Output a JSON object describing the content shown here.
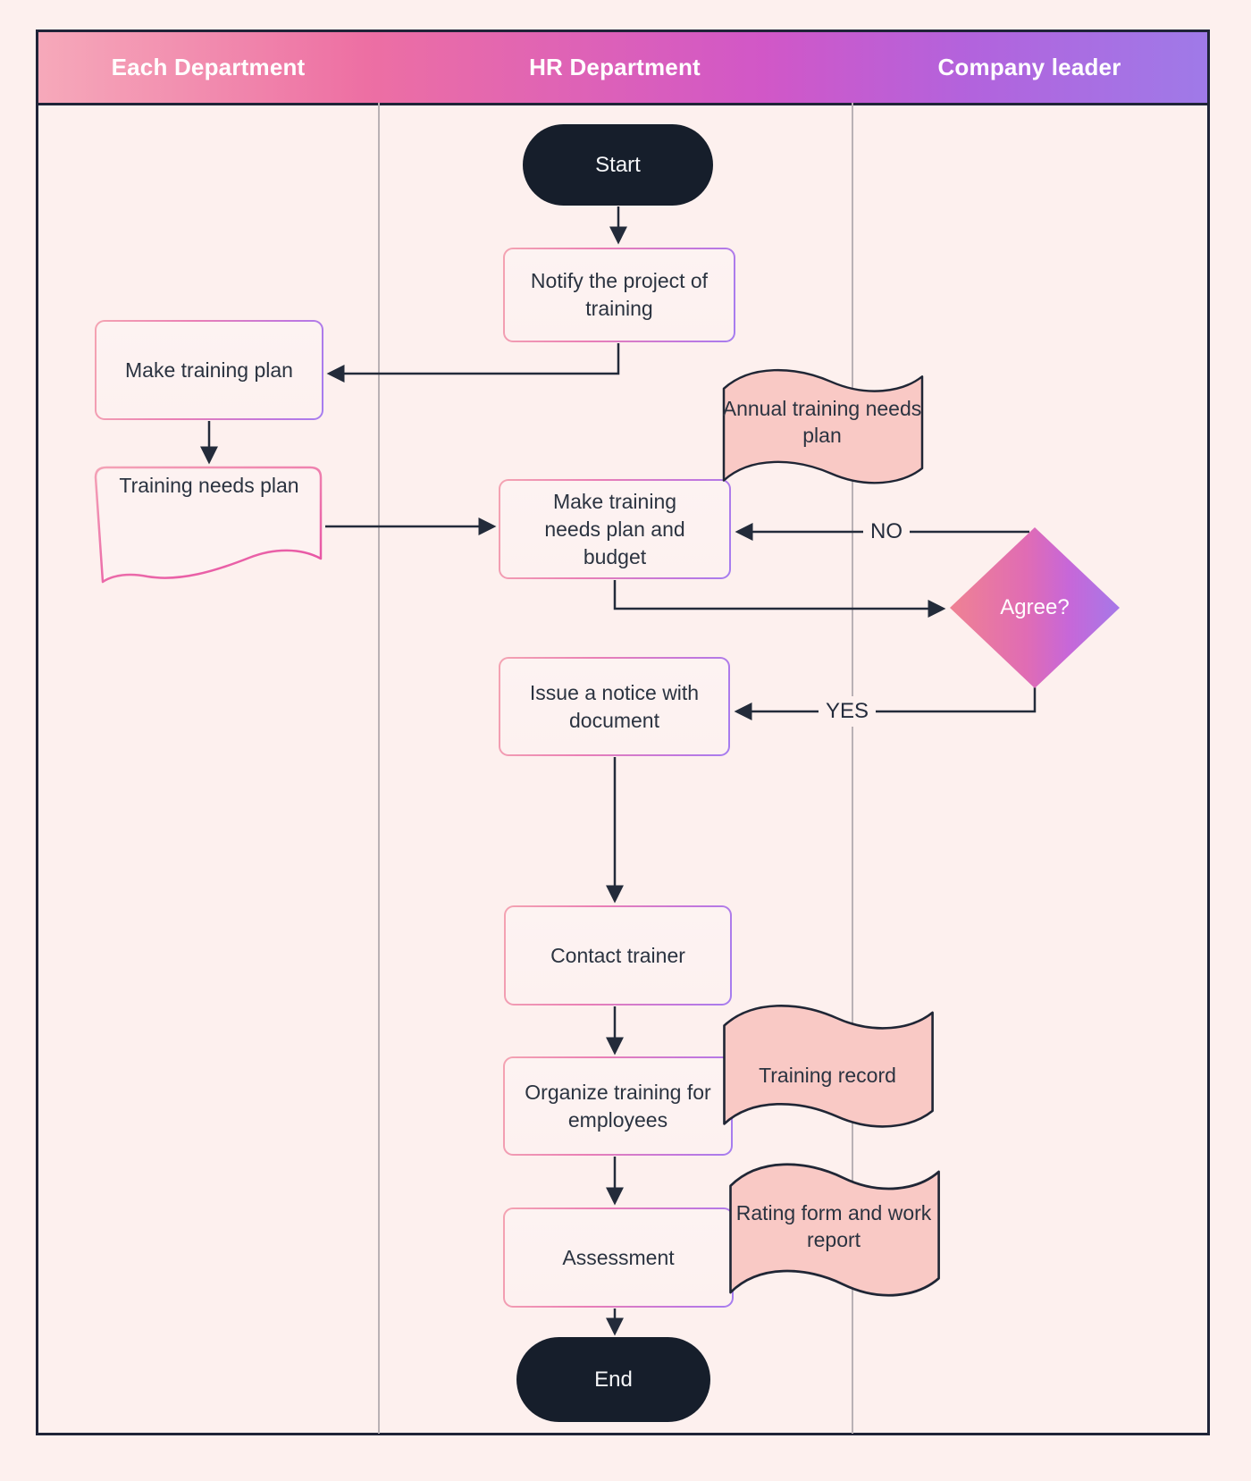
{
  "lanes": {
    "items": [
      {
        "label": "Each Department"
      },
      {
        "label": "HR Department"
      },
      {
        "label": "Company leader"
      }
    ]
  },
  "flow": {
    "start": {
      "label": "Start",
      "type": "terminator"
    },
    "notify": {
      "label": "Notify the project of training",
      "type": "process"
    },
    "make_plan": {
      "label": "Make training plan",
      "type": "process"
    },
    "needs_plan_doc": {
      "label": "Training needs plan",
      "type": "document"
    },
    "budget": {
      "label": "Make training needs plan and budget",
      "type": "process"
    },
    "annual_flag": {
      "label": "Annual training needs plan",
      "type": "wave-flag"
    },
    "agree": {
      "label": "Agree?",
      "type": "decision"
    },
    "issue": {
      "label": "Issue a notice with document",
      "type": "process"
    },
    "contact": {
      "label": "Contact trainer",
      "type": "process"
    },
    "organize": {
      "label": "Organize training for employees",
      "type": "process"
    },
    "record_flag": {
      "label": "Training record",
      "type": "wave-flag"
    },
    "rating_flag": {
      "label": "Rating form and work report",
      "type": "wave-flag"
    },
    "assessment": {
      "label": "Assessment",
      "type": "process"
    },
    "end": {
      "label": "End",
      "type": "terminator"
    }
  },
  "edges": {
    "no_label": "NO",
    "yes_label": "YES"
  },
  "colors": {
    "page_bg": "#fdf0ee",
    "node_fill": "#fdf2f1",
    "flag_fill": "#f9c9c5",
    "terminator_fill": "#161e2b",
    "connector_line": "#232b3a",
    "lane_divider": "#b9b1b5",
    "table_border": "#1f2438",
    "header_gradient_left": "#f6a9ba",
    "header_gradient_mid": "#d157c7",
    "header_gradient_right": "#9f7ae8",
    "accent_pink": "#f4a4b2",
    "accent_purple": "#a57df0"
  }
}
